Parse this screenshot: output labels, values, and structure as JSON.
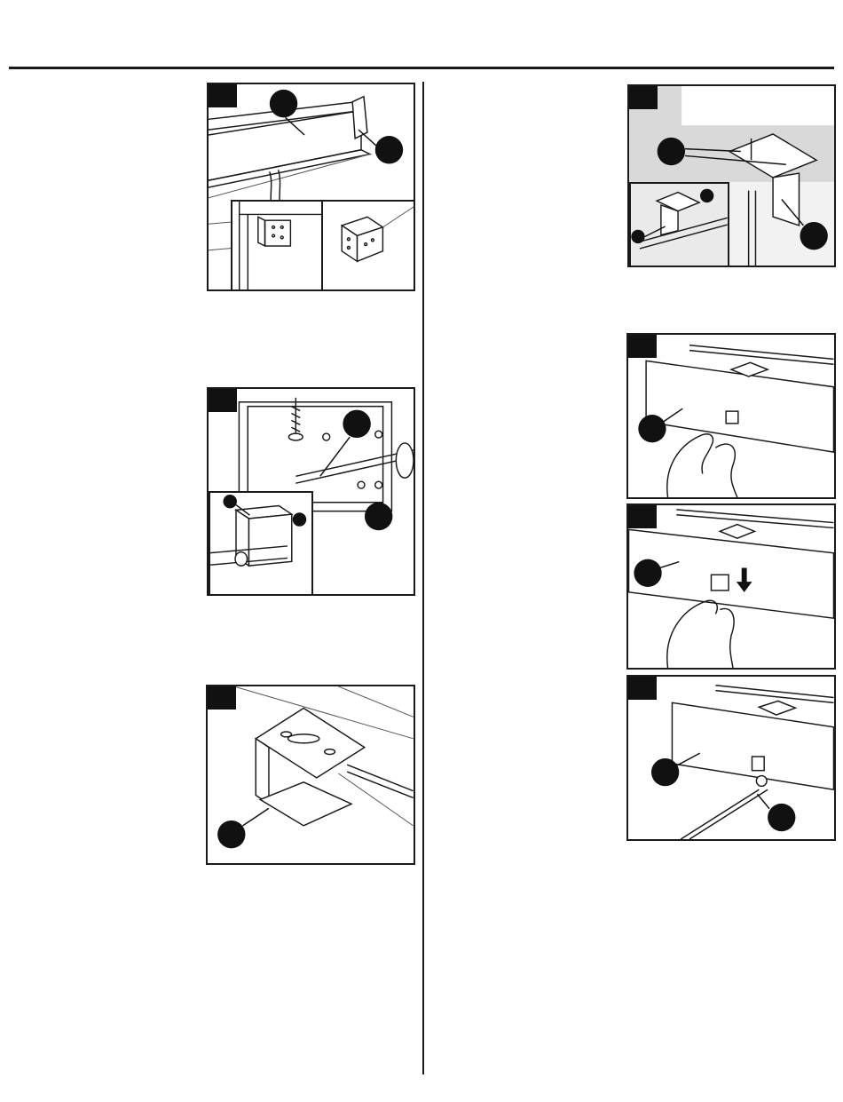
{
  "page": {
    "background": "#ffffff",
    "ink": "#1a1a1a"
  },
  "figures": [
    {
      "id": "fig-1",
      "depicts": "headrail-with-end-bracket-and-mount-inset",
      "callouts": 2,
      "insets": 2
    },
    {
      "id": "fig-2",
      "depicts": "screwing-installation-bracket",
      "callouts": 2,
      "insets": 1
    },
    {
      "id": "fig-3",
      "depicts": "ceiling-bracket-with-spacer-plate",
      "callouts": 1,
      "insets": 0
    },
    {
      "id": "fig-4",
      "depicts": "bracket-mounted-to-ceiling-with-screws",
      "callouts": 3,
      "insets": 1
    },
    {
      "id": "fig-5",
      "depicts": "valance-clip-hand-pinching",
      "callouts": 1,
      "insets": 0
    },
    {
      "id": "fig-6",
      "depicts": "valance-clip-pull-down",
      "callouts": 1,
      "insets": 0
    },
    {
      "id": "fig-7",
      "depicts": "wand-attached-to-hook",
      "callouts": 2,
      "insets": 0
    }
  ]
}
